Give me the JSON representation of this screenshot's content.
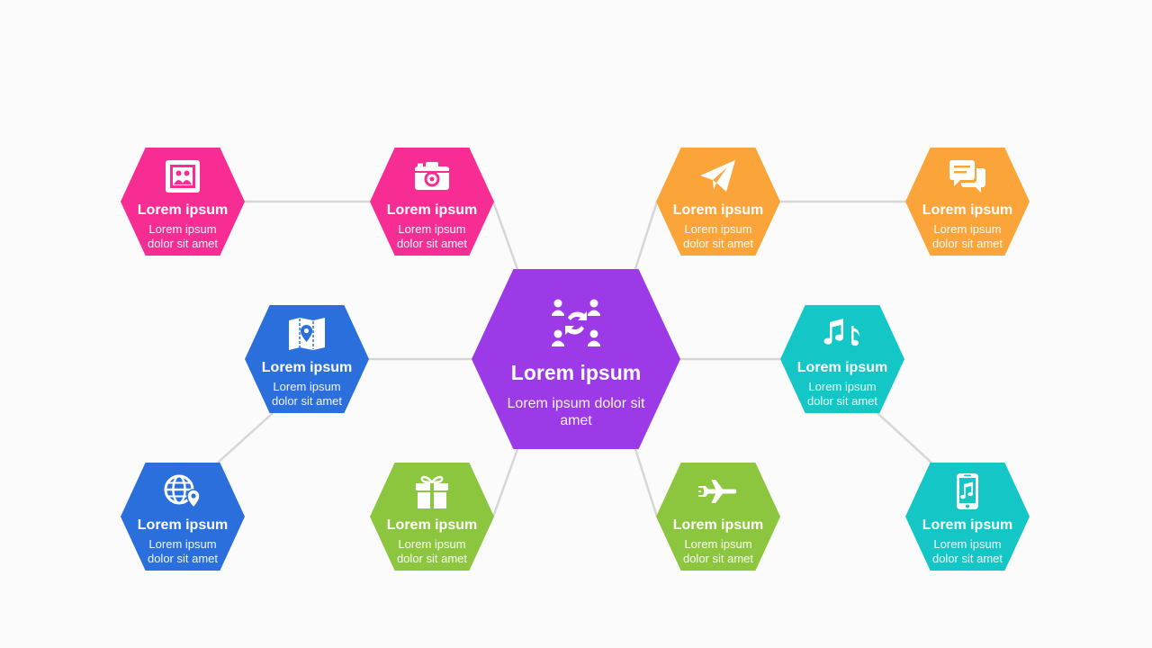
{
  "colors": {
    "pink": "#f72d93",
    "orange": "#fba43a",
    "blue": "#2a6fdc",
    "teal": "#15c6c6",
    "green": "#8cc63f",
    "purple": "#9b3ae6",
    "connector": "#d6d6d6"
  },
  "center": {
    "title": "Lorem ipsum",
    "desc": "Lorem ipsum dolor sit amet",
    "icon": "people-cycle-icon"
  },
  "nodes": [
    {
      "title": "Lorem ipsum",
      "desc": "Lorem ipsum dolor sit amet",
      "icon": "photo-gallery-icon"
    },
    {
      "title": "Lorem ipsum",
      "desc": "Lorem ipsum dolor sit amet",
      "icon": "camera-icon"
    },
    {
      "title": "Lorem ipsum",
      "desc": "Lorem ipsum dolor sit amet",
      "icon": "paper-plane-icon"
    },
    {
      "title": "Lorem ipsum",
      "desc": "Lorem ipsum dolor sit amet",
      "icon": "chat-bubbles-icon"
    },
    {
      "title": "Lorem ipsum",
      "desc": "Lorem ipsum dolor sit amet",
      "icon": "map-pin-icon"
    },
    {
      "title": "Lorem ipsum",
      "desc": "Lorem ipsum dolor sit amet",
      "icon": "music-notes-icon"
    },
    {
      "title": "Lorem ipsum",
      "desc": "Lorem ipsum dolor sit amet",
      "icon": "globe-location-icon"
    },
    {
      "title": "Lorem ipsum",
      "desc": "Lorem ipsum dolor sit amet",
      "icon": "gift-icon"
    },
    {
      "title": "Lorem ipsum",
      "desc": "Lorem ipsum dolor sit amet",
      "icon": "airplane-icon"
    },
    {
      "title": "Lorem ipsum",
      "desc": "Lorem ipsum dolor sit amet",
      "icon": "phone-music-icon"
    }
  ]
}
